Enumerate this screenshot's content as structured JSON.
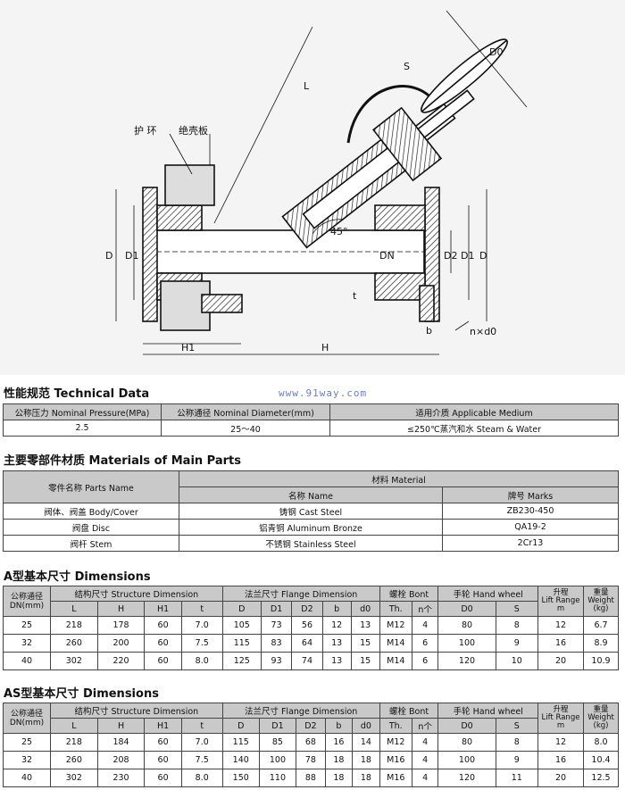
{
  "drawing": {
    "labels": {
      "guard_ring": "护 环",
      "insulation_board": "绝壳板",
      "L": "L",
      "S": "S",
      "D0": "D0",
      "D": "D",
      "D1": "D1",
      "DN": "DN",
      "D2": "D2",
      "D1_right": "D1",
      "D_right": "D",
      "t": "t",
      "b": "b",
      "nxd0": "n×d0",
      "H1": "H1",
      "H": "H",
      "angle": "45°"
    }
  },
  "watermark": "www.91way.com",
  "tech": {
    "title": "性能规范 Technical Data",
    "headers": [
      "公称压力 Nominal Pressure(MPa)",
      "公称通径 Nominal Diameter(mm)",
      "适用介质 Applicable Medium"
    ],
    "row": [
      "2.5",
      "25～40",
      "≤250℃蒸汽和水 Steam & Water"
    ]
  },
  "materials": {
    "title": "主要零部件材质 Materials of Main Parts",
    "header_part": "零件名称 Parts Name",
    "header_material": "材料 Material",
    "header_name": "名称 Name",
    "header_marks": "牌号 Marks",
    "rows": [
      [
        "阀体、阀盖 Body/Cover",
        "铸钢 Cast Steel",
        "ZB230-450"
      ],
      [
        "阀盘 Disc",
        "铝青铜 Aluminum Bronze",
        "QA19-2"
      ],
      [
        "阀杆 Stem",
        "不锈钢 Stainless Steel",
        "2Cr13"
      ]
    ]
  },
  "dim_headers": {
    "dn": "公称通径\nDN(mm)",
    "structure": "结构尺寸 Structure Dimension",
    "flange": "法兰尺寸 Flange Dimension",
    "bolt": "螺栓 Bont",
    "wheel": "手轮 Hand wheel",
    "lift": "升程\nLift Range\nm",
    "weight": "重量\nWeight\n(kg)",
    "sub": [
      "L",
      "H",
      "H1",
      "t",
      "D",
      "D1",
      "D2",
      "b",
      "d0",
      "Th.",
      "n个",
      "D0",
      "S"
    ]
  },
  "dim_a": {
    "title": "A型基本尺寸 Dimensions",
    "rows": [
      [
        "25",
        "218",
        "178",
        "60",
        "7.0",
        "105",
        "73",
        "56",
        "12",
        "13",
        "M12",
        "4",
        "80",
        "8",
        "12",
        "6.7"
      ],
      [
        "32",
        "260",
        "200",
        "60",
        "7.5",
        "115",
        "83",
        "64",
        "13",
        "15",
        "M14",
        "6",
        "100",
        "9",
        "16",
        "8.9"
      ],
      [
        "40",
        "302",
        "220",
        "60",
        "8.0",
        "125",
        "93",
        "74",
        "13",
        "15",
        "M14",
        "6",
        "120",
        "10",
        "20",
        "10.9"
      ]
    ]
  },
  "dim_as": {
    "title": "AS型基本尺寸 Dimensions",
    "rows": [
      [
        "25",
        "218",
        "184",
        "60",
        "7.0",
        "115",
        "85",
        "68",
        "16",
        "14",
        "M12",
        "4",
        "80",
        "8",
        "12",
        "8.0"
      ],
      [
        "32",
        "260",
        "208",
        "60",
        "7.5",
        "140",
        "100",
        "78",
        "18",
        "18",
        "M16",
        "4",
        "100",
        "9",
        "16",
        "10.4"
      ],
      [
        "40",
        "302",
        "230",
        "60",
        "8.0",
        "150",
        "110",
        "88",
        "18",
        "18",
        "M16",
        "4",
        "120",
        "11",
        "20",
        "12.5"
      ]
    ]
  }
}
